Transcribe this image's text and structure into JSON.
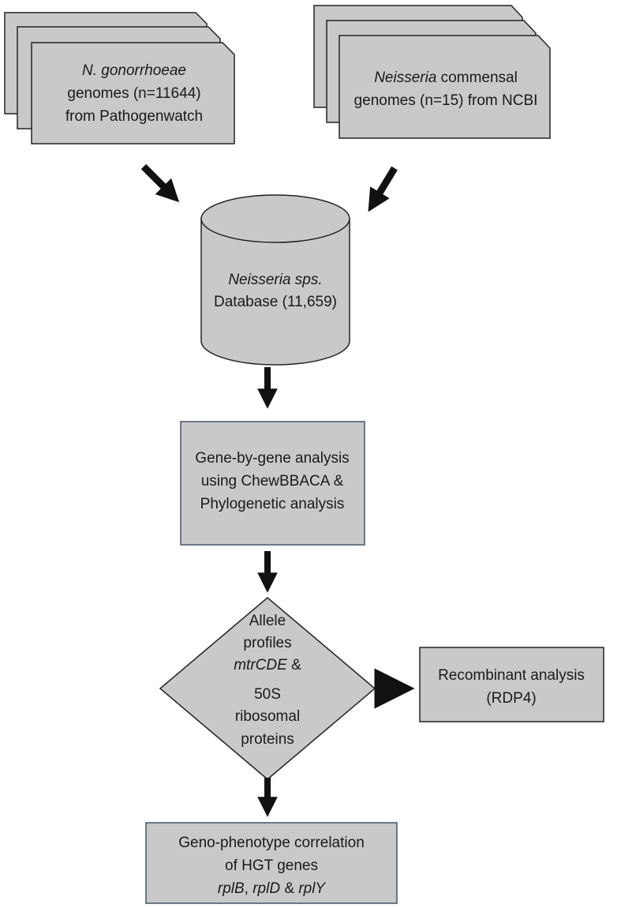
{
  "colors": {
    "box_fill": "#c9c9c9",
    "box_stroke": "#222222",
    "accent_stroke": "#44546a",
    "arrow": "#111111",
    "background": "#ffffff"
  },
  "sources": {
    "gonorrhoeae": {
      "line1": "N. gonorrhoeae",
      "line2": "genomes  (n=11644)",
      "line3": "from Pathogenwatch"
    },
    "commensal": {
      "line1_italic": "Neisseria",
      "line1_rest": " commensal",
      "line2": "genomes  (n=15)  from NCBI"
    }
  },
  "database": {
    "line1": "Neisseria sps.",
    "line2": "Database (11,659)"
  },
  "analysis": {
    "line1": "Gene-by-gene  analysis",
    "line2": "using ChewBBACA  &",
    "line3": "Phylogenetic analysis"
  },
  "decision": {
    "line1": "Allele",
    "line2": "profiles",
    "line3_italic": "mtrCDE",
    "line3_rest": "  &",
    "line4": "50S",
    "line5": "ribosomal",
    "line6": "proteins"
  },
  "recombinant": {
    "line1": "Recombinant analysis",
    "line2": "(RDP4)"
  },
  "correlation": {
    "line1": "Geno-phenotype  correlation",
    "line2": "of HGT genes",
    "gene1": "rplB",
    "sep1": ", ",
    "gene2": "rplD",
    "sep2": " & ",
    "gene3": "rplY"
  }
}
